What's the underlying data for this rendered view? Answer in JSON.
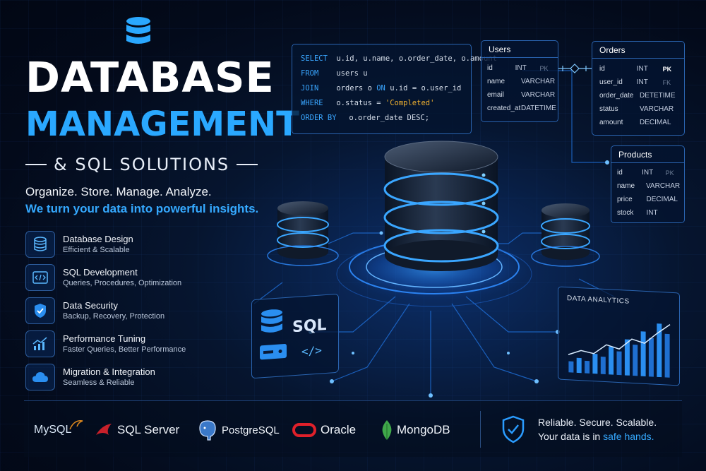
{
  "hero": {
    "title_line1": "DATABASE",
    "title_line2": "MANAGEMENT",
    "subtitle": "& SQL SOLUTIONS",
    "tagline1": "Organize. Store. Manage. Analyze.",
    "tagline2": "We turn your data into powerful insights.",
    "icon": "database-icon"
  },
  "services": [
    {
      "title": "Database Design",
      "subtitle": "Efficient & Scalable",
      "icon": "database-icon"
    },
    {
      "title": "SQL Development",
      "subtitle": "Queries, Procedures, Optimization",
      "icon": "code-icon"
    },
    {
      "title": "Data Security",
      "subtitle": "Backup, Recovery, Protection",
      "icon": "shield-check-icon"
    },
    {
      "title": "Performance Tuning",
      "subtitle": "Faster Queries, Better Performance",
      "icon": "chart-trend-icon"
    },
    {
      "title": "Migration & Integration",
      "subtitle": "Seamless & Reliable",
      "icon": "cloud-icon"
    }
  ],
  "sql_code": {
    "lines": [
      {
        "kw": "SELECT",
        "text": "u.id, u.name, o.order_date, o.amount"
      },
      {
        "kw": "FROM",
        "text": "users u"
      },
      {
        "kw": "JOIN",
        "text": "orders o",
        "kw2": "ON",
        "text2": "u.id = o.user_id"
      },
      {
        "kw": "WHERE",
        "text": "o.status =",
        "str": "'Completed'"
      },
      {
        "kw": "ORDER BY",
        "text": "o.order_date DESC;"
      }
    ]
  },
  "tables": {
    "users": {
      "title": "Users",
      "rows": [
        {
          "name": "id",
          "type": "INT",
          "key": "PK"
        },
        {
          "name": "name",
          "type": "VARCHAR",
          "key": ""
        },
        {
          "name": "email",
          "type": "VARCHAR",
          "key": ""
        },
        {
          "name": "created_at",
          "type": "DATETIME",
          "key": ""
        }
      ]
    },
    "orders": {
      "title": "Orders",
      "rows": [
        {
          "name": "id",
          "type": "INT",
          "key": "PK"
        },
        {
          "name": "user_id",
          "type": "INT",
          "key": "FK"
        },
        {
          "name": "order_date",
          "type": "DETETIME",
          "key": ""
        },
        {
          "name": "status",
          "type": "VARCHAR",
          "key": ""
        },
        {
          "name": "amount",
          "type": "DECIMAL",
          "key": ""
        }
      ]
    },
    "products": {
      "title": "Products",
      "rows": [
        {
          "name": "id",
          "type": "INT",
          "key": "PK"
        },
        {
          "name": "name",
          "type": "VARCHAR",
          "key": ""
        },
        {
          "name": "price",
          "type": "DECIMAL",
          "key": ""
        },
        {
          "name": "stock",
          "type": "INT",
          "key": ""
        }
      ]
    }
  },
  "analytics": {
    "label": "DATA ANALYTICS",
    "bars": [
      0.18,
      0.24,
      0.2,
      0.32,
      0.28,
      0.45,
      0.38,
      0.58,
      0.5,
      0.72,
      0.62,
      0.86,
      0.7
    ],
    "trend": [
      0.3,
      0.38,
      0.34,
      0.5,
      0.44,
      0.62,
      0.56,
      0.74,
      0.9
    ]
  },
  "sql_badge": {
    "label": "SQL",
    "code_symbol": "</>"
  },
  "logos": [
    {
      "name": "MySQL",
      "icon": "mysql-dolphin-icon"
    },
    {
      "name": "SQL Server",
      "icon": "sql-server-icon"
    },
    {
      "name": "PostgreSQL",
      "icon": "postgresql-elephant-icon"
    },
    {
      "name": "Oracle",
      "icon": "oracle-icon"
    },
    {
      "name": "MongoDB",
      "icon": "mongodb-leaf-icon"
    }
  ],
  "promise": {
    "line1": "Reliable. Secure. Scalable.",
    "line2_prefix": "Your data is in",
    "line2_highlight": "safe hands.",
    "icon": "shield-check-icon"
  },
  "colors": {
    "accent": "#2aa8ff",
    "background": "#030a1a",
    "panel_border": "#2a64b0",
    "sql_keyword": "#3aa6ff",
    "sql_string": "#f0b030"
  }
}
